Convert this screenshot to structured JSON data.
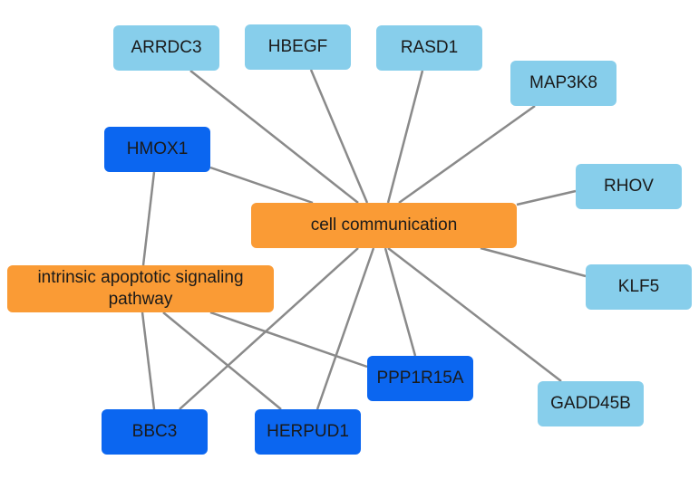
{
  "nodes": {
    "arrdc3": "ARRDC3",
    "hbegf": "HBEGF",
    "rasd1": "RASD1",
    "map3k8": "MAP3K8",
    "hmox1": "HMOX1",
    "rhov": "RHOV",
    "klf5": "KLF5",
    "gadd45b": "GADD45B",
    "ppp1r15a": "PPP1R15A",
    "herpud1": "HERPUD1",
    "bbc3": "BBC3",
    "cell_communication": "cell communication",
    "intrinsic_apoptotic": "intrinsic apoptotic signaling pathway"
  },
  "edges": [
    [
      "cell_communication",
      "arrdc3"
    ],
    [
      "cell_communication",
      "hbegf"
    ],
    [
      "cell_communication",
      "rasd1"
    ],
    [
      "cell_communication",
      "map3k8"
    ],
    [
      "cell_communication",
      "hmox1"
    ],
    [
      "cell_communication",
      "rhov"
    ],
    [
      "cell_communication",
      "klf5"
    ],
    [
      "cell_communication",
      "gadd45b"
    ],
    [
      "cell_communication",
      "ppp1r15a"
    ],
    [
      "cell_communication",
      "herpud1"
    ],
    [
      "cell_communication",
      "bbc3"
    ],
    [
      "intrinsic_apoptotic",
      "hmox1"
    ],
    [
      "intrinsic_apoptotic",
      "bbc3"
    ],
    [
      "intrinsic_apoptotic",
      "herpud1"
    ],
    [
      "intrinsic_apoptotic",
      "ppp1r15a"
    ]
  ],
  "colors": {
    "gene_light": "#87CEEB",
    "gene_dark": "#0B66F0",
    "term": "#FA9B35",
    "edge": "#8a8a8a"
  }
}
